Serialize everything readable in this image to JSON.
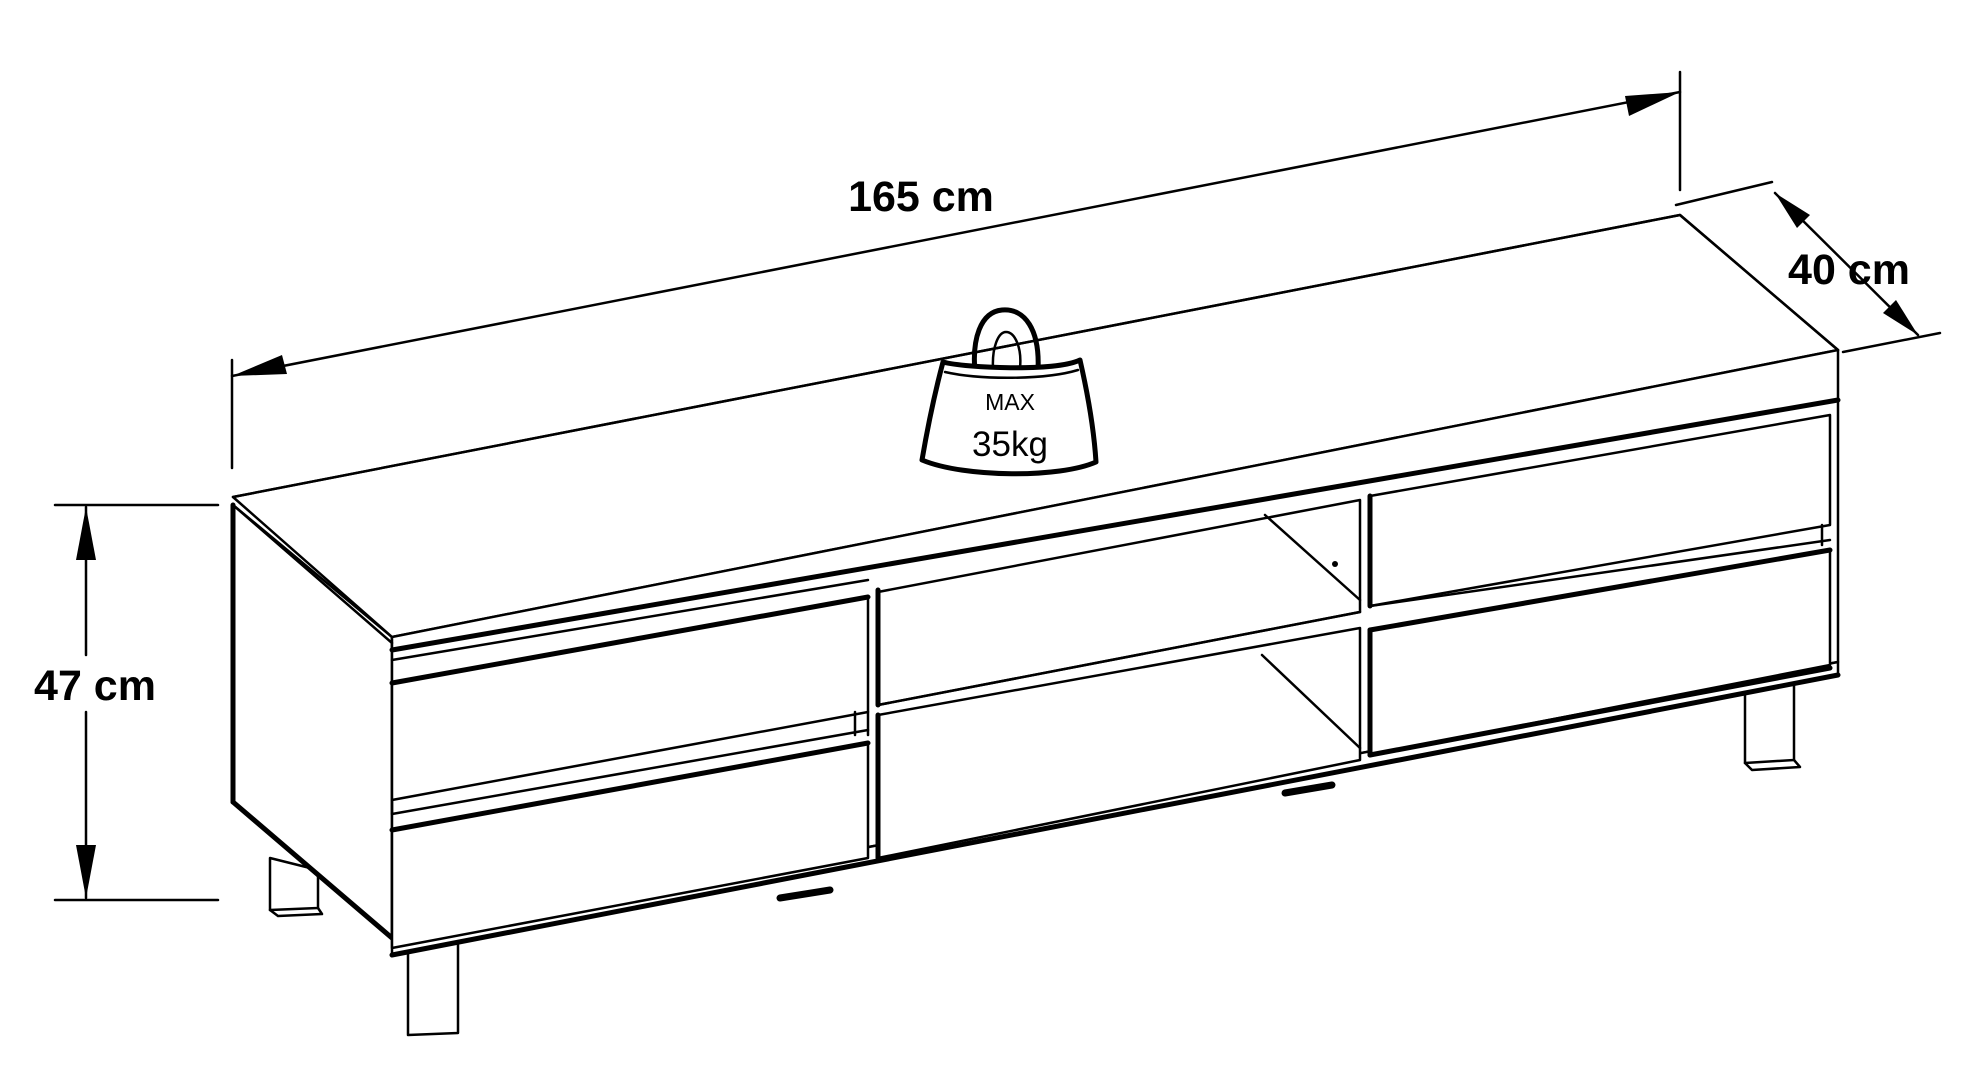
{
  "dimensions": {
    "width_label": "165 cm",
    "depth_label": "40 cm",
    "height_label": "47 cm"
  },
  "weight_limit": {
    "line1": "MAX",
    "line2": "35kg"
  }
}
